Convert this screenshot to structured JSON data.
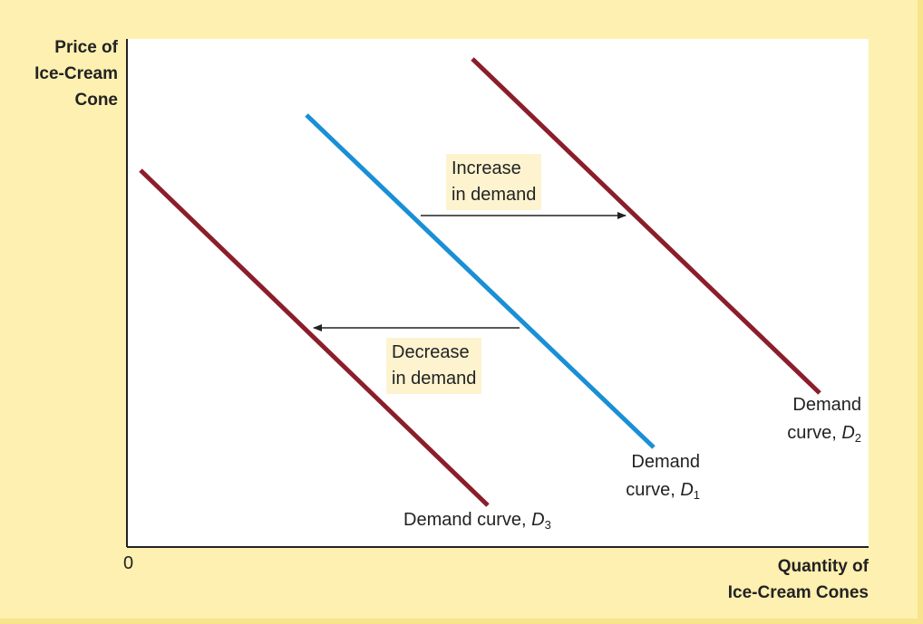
{
  "axes": {
    "y_label": [
      "Price of",
      "Ice-Cream",
      "Cone"
    ],
    "x_label": [
      "Quantity of",
      "Ice-Cream Cones"
    ],
    "origin_label": "0"
  },
  "curves": {
    "d1": {
      "line1": "Demand",
      "line2_prefix": "curve, ",
      "symbol": "D",
      "subscript": "1",
      "color": "#1a8fd6"
    },
    "d2": {
      "line1": "Demand",
      "line2_prefix": "curve, ",
      "symbol": "D",
      "subscript": "2",
      "color": "#8b1e2b"
    },
    "d3": {
      "line1_prefix": "Demand curve, ",
      "symbol": "D",
      "subscript": "3",
      "color": "#8b1e2b"
    }
  },
  "shifts": {
    "increase": [
      "Increase",
      "in demand"
    ],
    "decrease": [
      "Decrease",
      "in demand"
    ]
  },
  "colors": {
    "background": "#fdf0b0",
    "plot_area": "#ffffff",
    "axis": "#222222",
    "arrow": "#222222"
  }
}
